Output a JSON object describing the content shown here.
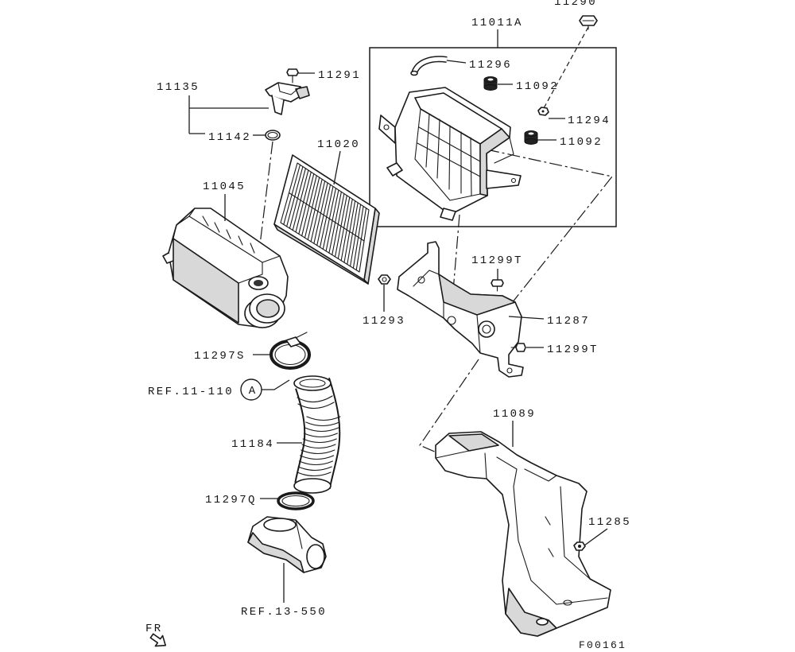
{
  "callouts": {
    "top_bolt": "11290",
    "upper_case": "11011A",
    "breather_hose": "11296",
    "grommet_upper": "11092",
    "bolt_small": "11294",
    "grommet_lower": "11092",
    "sensor_assy": "11135",
    "sensor_screw": "11291",
    "o_ring": "11142",
    "filter_element": "11020",
    "lower_case": "11045",
    "bracket_bolt_upper": "11299T",
    "bracket_nut": "11293",
    "bracket": "11287",
    "bracket_bolt_lower": "11299T",
    "clamp_upper": "11297S",
    "intake_hose": "11184",
    "clamp_lower": "11297Q",
    "intake_duct": "11089",
    "duct_bolt": "11285"
  },
  "references": {
    "upper_ref": "REF.11-110",
    "upper_ref_marker": "A",
    "lower_ref": "REF.13-550"
  },
  "direction_label": "FR",
  "figure_code": "F00161"
}
